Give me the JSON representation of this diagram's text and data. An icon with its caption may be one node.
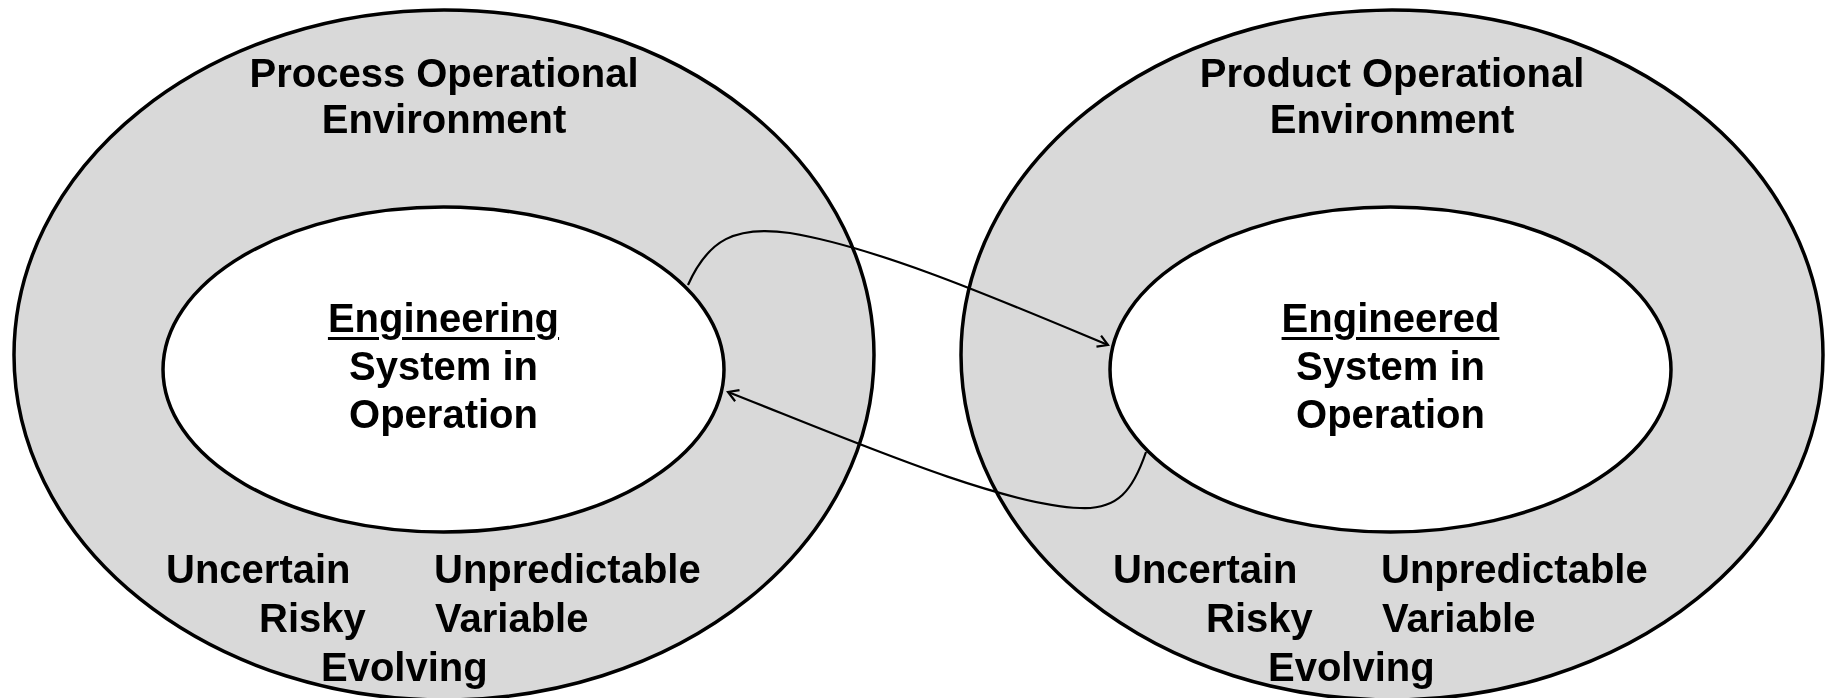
{
  "diagram": {
    "nodes": [
      {
        "text": [
          "Process Operational Environment",
          "Uncertain",
          "Unpredictable",
          "Risky",
          "Variable",
          "Evolving"
        ]
      },
      {
        "text": [
          "Engineering",
          "System in Operation"
        ],
        "in": 0
      },
      {
        "text": [
          "Product Operational Environment",
          "Uncertain",
          "Unpredictable",
          "Risky",
          "Variable",
          "Evolving"
        ]
      },
      {
        "text": [
          "Engineered",
          "System in Operation"
        ],
        "in": 2
      }
    ],
    "edges": [
      {
        "from": 1,
        "to": 3,
        "arrow": "to"
      },
      {
        "from": 3,
        "to": 1,
        "arrow": "to"
      }
    ]
  }
}
